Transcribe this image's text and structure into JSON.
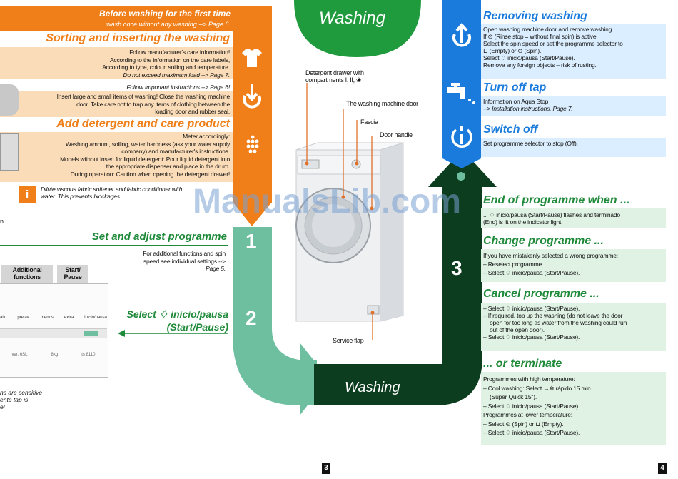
{
  "left": {
    "header": {
      "title": "Before washing for the first time",
      "note": "wash once without any washing --> Page 6."
    },
    "sorting": {
      "title": "Sorting and inserting the washing",
      "lines": [
        "Follow manufacturer's care information!",
        "According to the information on the care labels,",
        "According to type, colour, soiling and temperature.",
        "Do not exceed maximum load --> Page 7."
      ],
      "important": "Follow Important instructions --> Page 6!",
      "insert_lines": [
        "Insert large and small items of washing! Close the washing machine",
        "door. Take care not to trap any items of clothing between the",
        "loading door and rubber seal."
      ]
    },
    "detergent": {
      "title": "Add detergent and care product",
      "lines": [
        "Meter accordingly:",
        "Washing amount, soiling, water hardness (ask your water supply",
        "company) and manufacturer's instructions.",
        "Models without insert for liquid detergent: Pour liquid detergent into",
        "the appropriate dispenser and place in the drum.",
        "During operation: Caution when opening the detergent drawer!"
      ],
      "note_lines": [
        "Dilute viscous fabric softener and fabric conditioner with",
        "water. This prevents blockages."
      ],
      "info_icon": "i"
    },
    "program": {
      "title": "Set and adjust programme",
      "lines": [
        "For additional functions and spin",
        "speed see individual settings -->",
        "Page 5."
      ],
      "buttons": [
        "Additional functions",
        "Start/ Pause"
      ],
      "panel_labels": [
        "allo",
        "prelav.",
        "menos",
        "extra",
        "inicio/pausa"
      ],
      "panel_bottom": [
        "var. 6SL",
        "8kg",
        "ts 8110"
      ]
    },
    "start": {
      "line1": "Select ♢ inicio/pausa",
      "line2": "(Start/Pause)"
    },
    "left_fragments": {
      "fr1": "ns are sensitive",
      "fr2": "ente tap is",
      "fr3": "el",
      "fr_n": "n"
    },
    "page_number": "3"
  },
  "center": {
    "top_title": "Washing",
    "bottom_title": "Washing",
    "labels": {
      "drawer": "Detergent drawer with compartments I, II, ❀",
      "door": "The washing machine door",
      "fascia": "Fascia",
      "handle": "Door handle",
      "service": "Service flap"
    },
    "steps": [
      "1",
      "2",
      "3"
    ]
  },
  "right": {
    "removing": {
      "title": "Removing washing",
      "lines": [
        "Open washing machine door and remove washing.",
        "If ⊙ (Rinse stop = without final spin) is active:",
        "Select the spin speed or set the programme selector to",
        "⊔ (Empty) or ⊙ (Spin).",
        "Select ♢ inicio/pausa (Start/Pause).",
        "Remove any foreign objects – risk of rusting."
      ]
    },
    "tap": {
      "title": "Turn off tap",
      "lines": [
        "Information on Aqua Stop",
        "--> Installation instructions, Page 7."
      ]
    },
    "switch": {
      "title": "Switch off",
      "lines": [
        "Set programme selector to stop (Off)."
      ]
    },
    "end": {
      "title": "End of programme when ...",
      "lines": [
        "... ♢ inicio/pausa (Start/Pause) flashes and terminado",
        "(End) is lit on the indicator light."
      ]
    },
    "change": {
      "title": "Change programme ...",
      "lines": [
        "If you have mistakenly selected a wrong programme:",
        "– Reselect programme.",
        "– Select ♢ inicio/pausa (Start/Pause)."
      ]
    },
    "cancel": {
      "title": "Cancel programme ...",
      "lines": [
        "– Select ♢ inicio/pausa (Start/Pause).",
        "– If required, top up the washing (do not leave the door",
        "open for too long as water from the washing could run",
        "out of the open door).",
        "– Select ♢ inicio/pausa (Start/Pause)."
      ]
    },
    "terminate": {
      "title": "... or terminate",
      "lines": [
        "Programmes with high temperature:",
        "– Cool washing: Select →❄ rápido 15 min.",
        "(Super Quick 15\").",
        "– Select ♢ inicio/pausa (Start/Pause).",
        "Programmes at lower temperature:",
        "– Select ⊙ (Spin) or ⊔ (Empty).",
        "– Select ♢ inicio/pausa (Start/Pause)."
      ]
    },
    "page_number": "4"
  },
  "watermark": "ManualsLib.com",
  "colors": {
    "orange": "#f07f1a",
    "teal": "#6dbf9f",
    "dark_green": "#0c3d1f",
    "green": "#1e8a3a",
    "blue": "#1a7bdc"
  }
}
